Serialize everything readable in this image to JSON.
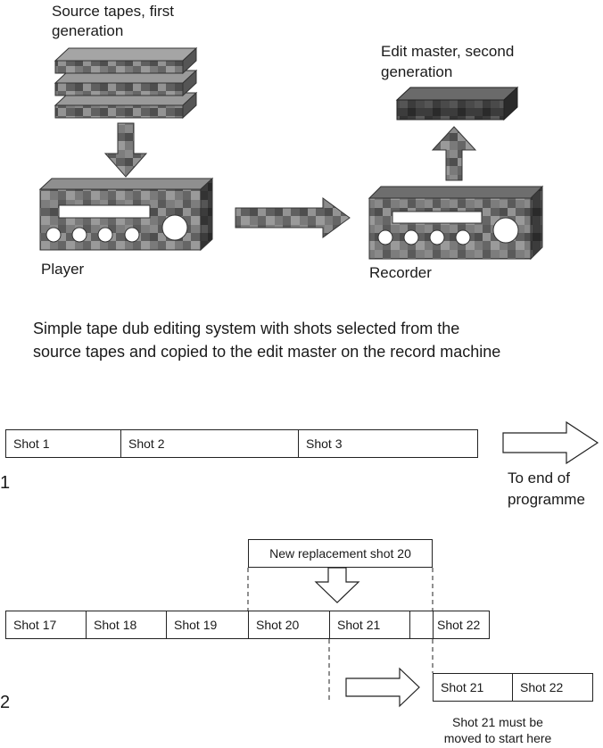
{
  "top": {
    "source_label_line1": "Source tapes, first",
    "source_label_line2": "generation",
    "master_label_line1": "Edit master, second",
    "master_label_line2": "generation",
    "player_label": "Player",
    "recorder_label": "Recorder",
    "caption_line1": "Simple tape dub editing system with shots selected from the",
    "caption_line2": "source tapes and copied to the edit master on the record machine"
  },
  "diagram1": {
    "number": "1",
    "shots": [
      "Shot 1",
      "Shot 2",
      "Shot 3"
    ],
    "end_label_line1": "To end of",
    "end_label_line2": "programme"
  },
  "diagram2": {
    "number": "2",
    "replacement_label": "New replacement shot 20",
    "shots": [
      "Shot 17",
      "Shot 18",
      "Shot 19",
      "Shot 20",
      "Shot 21",
      "Shot 22"
    ],
    "moved_shots": [
      "Shot 21",
      "Shot 22"
    ],
    "note_line1": "Shot 21 must be",
    "note_line2": "moved to start here"
  }
}
